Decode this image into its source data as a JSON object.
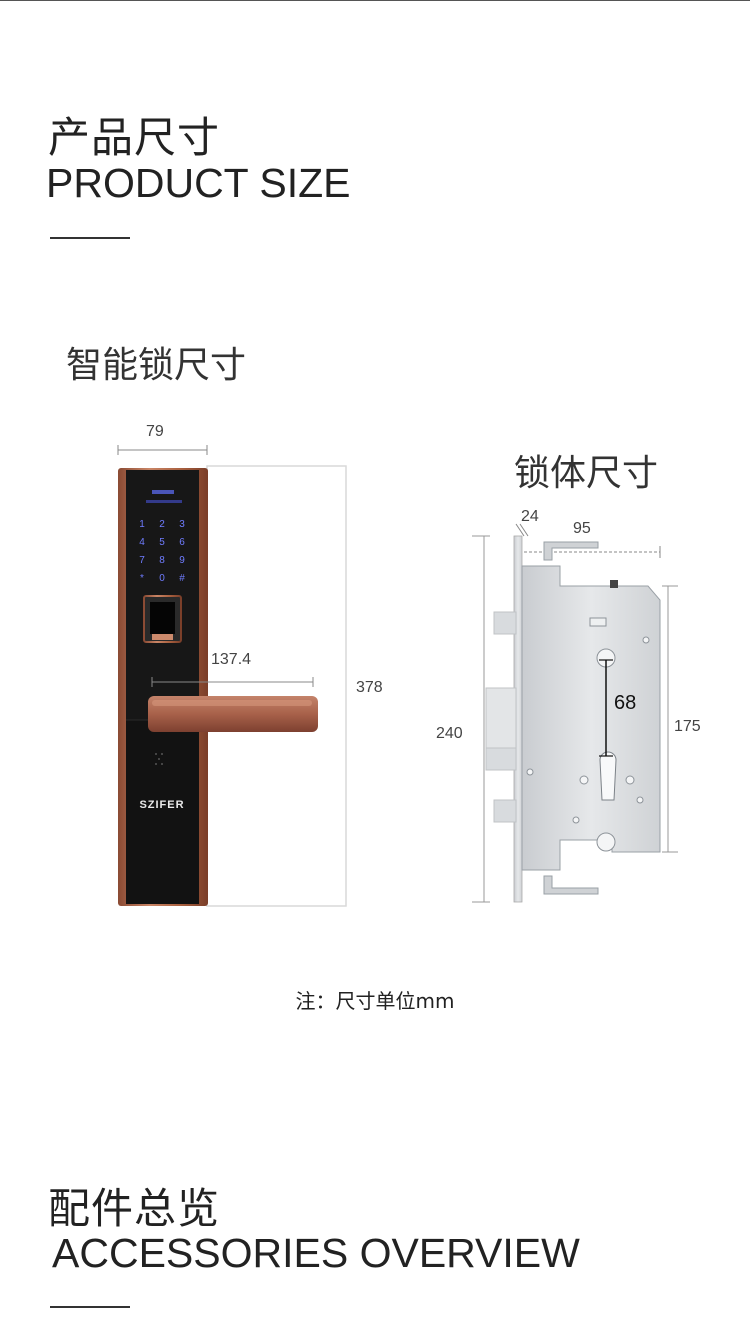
{
  "section1": {
    "title_cn": "产品尺寸",
    "title_en": "PRODUCT SIZE"
  },
  "smart_lock": {
    "title": "智能锁尺寸",
    "brand": "SZIFER",
    "keypad": [
      "1",
      "2",
      "3",
      "4",
      "5",
      "6",
      "7",
      "8",
      "9",
      "*",
      "0",
      "#"
    ],
    "dimensions": {
      "width": "79",
      "handle_length": "137.4",
      "height": "378"
    }
  },
  "lock_body": {
    "title": "锁体尺寸",
    "dimensions": {
      "faceplate": "24",
      "backset": "95",
      "height": "240",
      "center_distance": "68",
      "case_height": "175"
    }
  },
  "note": "注：尺寸单位mm",
  "section2": {
    "title_cn": "配件总览",
    "title_en": "ACCESSORIES OVERVIEW"
  },
  "colors": {
    "rose_gold": "#b06a4c",
    "panel_black": "#111111",
    "keypad_blue": "#6f7cff",
    "steel": "#d9dcdf"
  }
}
